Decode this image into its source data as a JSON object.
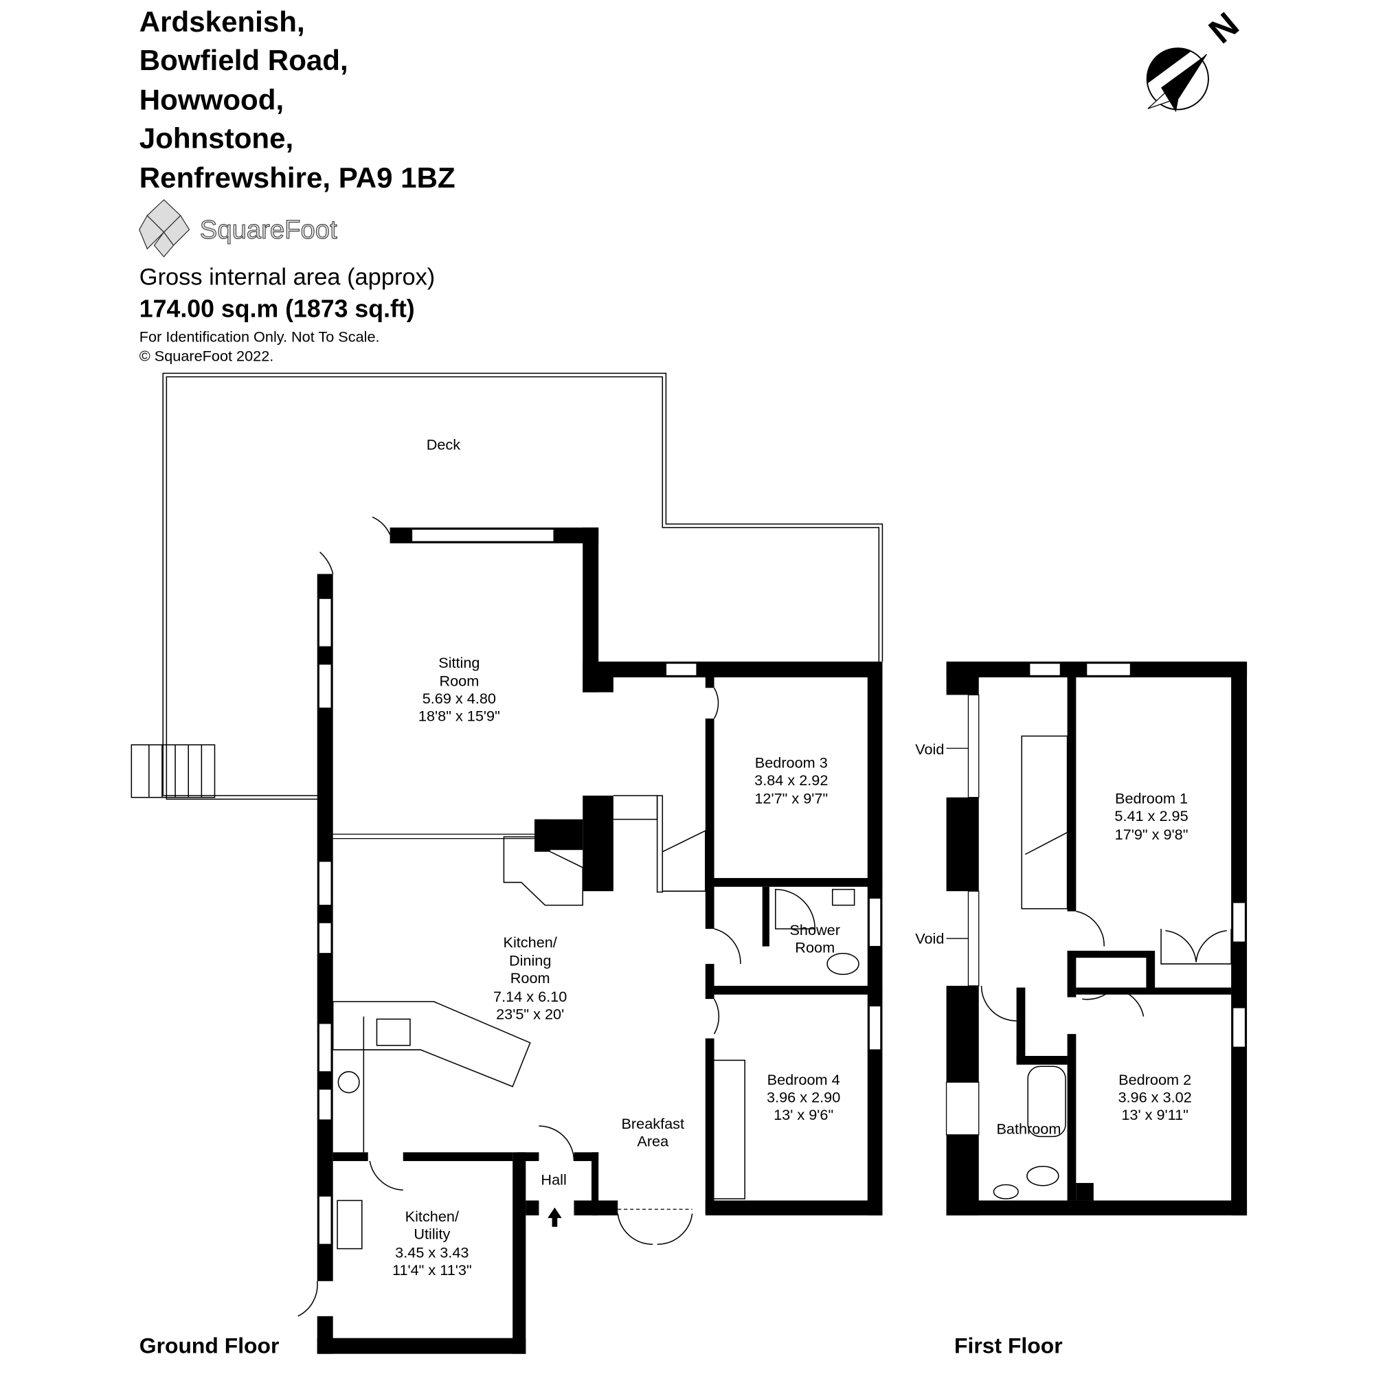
{
  "header": {
    "address_lines": [
      "Ardskenish,",
      "Bowfield Road,",
      "Howwood,",
      "Johnstone,",
      "Renfrewshire, PA9 1BZ"
    ],
    "logo_text": "SquareFoot",
    "area_label": "Gross internal area (approx)",
    "area_value": "174.00 sq.m (1873 sq.ft)",
    "disclaimer": "For Identification Only. Not To Scale.",
    "copyright": "© SquareFoot 2022."
  },
  "compass": {
    "label": "N",
    "icon": "north-arrow-icon"
  },
  "ground_floor": {
    "title": "Ground Floor",
    "rooms": {
      "deck": [
        "Deck"
      ],
      "sitting": [
        "Sitting",
        "Room",
        "5.69 x 4.80",
        "18'8\" x 15'9\""
      ],
      "bedroom3": [
        "Bedroom 3",
        "3.84 x 2.92",
        "12'7\" x 9'7\""
      ],
      "shower": [
        "Shower",
        "Room"
      ],
      "kitchen_dining": [
        "Kitchen/",
        "Dining",
        "Room",
        "7.14 x 6.10",
        "23'5\" x 20'"
      ],
      "bedroom4": [
        "Bedroom 4",
        "3.96 x 2.90",
        "13' x 9'6\""
      ],
      "breakfast": [
        "Breakfast",
        "Area"
      ],
      "hall": [
        "Hall"
      ],
      "utility": [
        "Kitchen/",
        "Utility",
        "3.45 x 3.43",
        "11'4\" x 11'3\""
      ]
    }
  },
  "first_floor": {
    "title": "First Floor",
    "rooms": {
      "bedroom1": [
        "Bedroom 1",
        "5.41 x 2.95",
        "17'9\" x 9'8\""
      ],
      "bedroom2": [
        "Bedroom 2",
        "3.96 x 3.02",
        "13' x 9'11\""
      ],
      "bathroom": [
        "Bathroom"
      ],
      "void_upper": [
        "Void"
      ],
      "void_lower": [
        "Void"
      ]
    }
  }
}
